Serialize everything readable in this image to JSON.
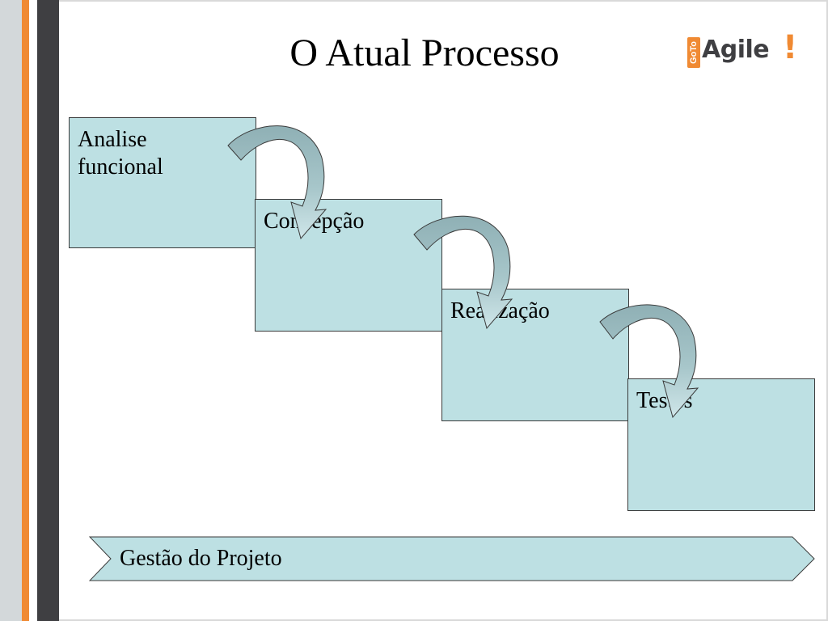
{
  "slide": {
    "title": "O Atual Processo"
  },
  "logo": {
    "goto": "GoTo",
    "agile": "Agile",
    "bang": "!"
  },
  "steps": [
    {
      "label_line1": "Analise",
      "label_line2": "funcional"
    },
    {
      "label_line1": "Concepção"
    },
    {
      "label_line1": "Realização"
    },
    {
      "label_line1": "Testes"
    }
  ],
  "footer": {
    "label": "Gestão do Projeto"
  },
  "colors": {
    "box_fill": "#bde0e3",
    "arrow_fill": "#96b5b9",
    "accent_orange": "#f08a33",
    "dark_bar": "#3f3f42"
  }
}
